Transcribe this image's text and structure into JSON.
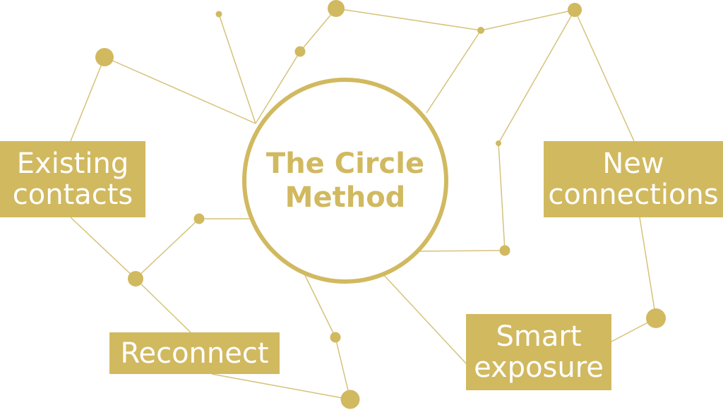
{
  "center": {
    "title": "The Circle\nMethod"
  },
  "nodes": {
    "existing": "Existing\ncontacts",
    "reconnect": "Reconnect",
    "new": "New\nconnections",
    "smart": "Smart\nexposure"
  },
  "colors": {
    "gold": "#d1b960",
    "line": "#d6c27a"
  }
}
